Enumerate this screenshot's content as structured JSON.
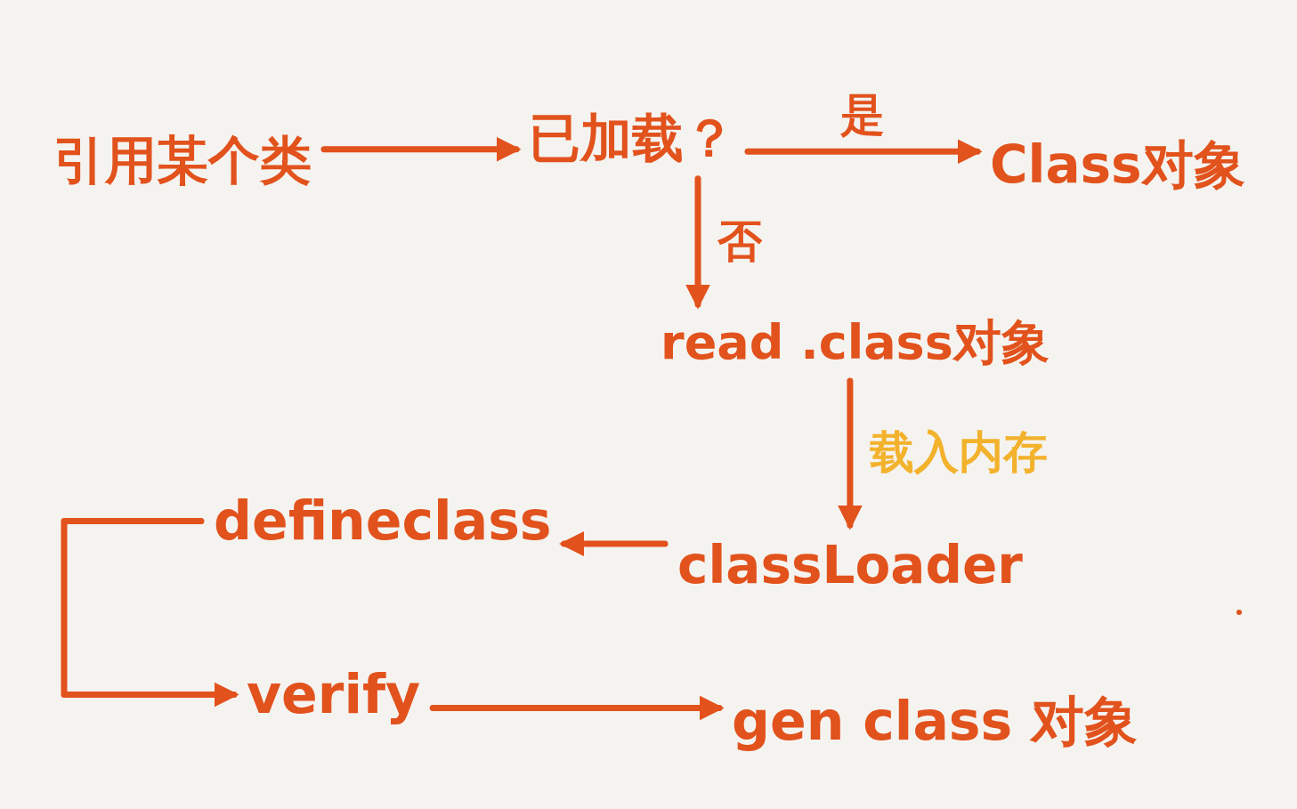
{
  "diagram": {
    "nodes": [
      {
        "text": [
          "引用某个类"
        ]
      },
      {
        "text": [
          "已加载？"
        ]
      },
      {
        "text": [
          "Class对象"
        ]
      },
      {
        "text": [
          "read .class对象"
        ]
      },
      {
        "text": [
          "classLoader"
        ]
      },
      {
        "text": [
          "defineclass"
        ]
      },
      {
        "text": [
          "verify"
        ]
      },
      {
        "text": [
          "gen class 对象"
        ]
      }
    ],
    "edges": [
      {
        "from": 0,
        "to": 1,
        "arrow": "to"
      },
      {
        "from": 1,
        "to": 2,
        "label": "是",
        "arrow": "to"
      },
      {
        "from": 1,
        "to": 3,
        "label": "否",
        "arrow": "to"
      },
      {
        "from": 3,
        "to": 4,
        "label": "载入内存",
        "arrow": "to"
      },
      {
        "from": 4,
        "to": 5,
        "arrow": "to"
      },
      {
        "from": 5,
        "to": 6,
        "arrow": "to"
      },
      {
        "from": 6,
        "to": 7,
        "arrow": "to"
      }
    ]
  }
}
